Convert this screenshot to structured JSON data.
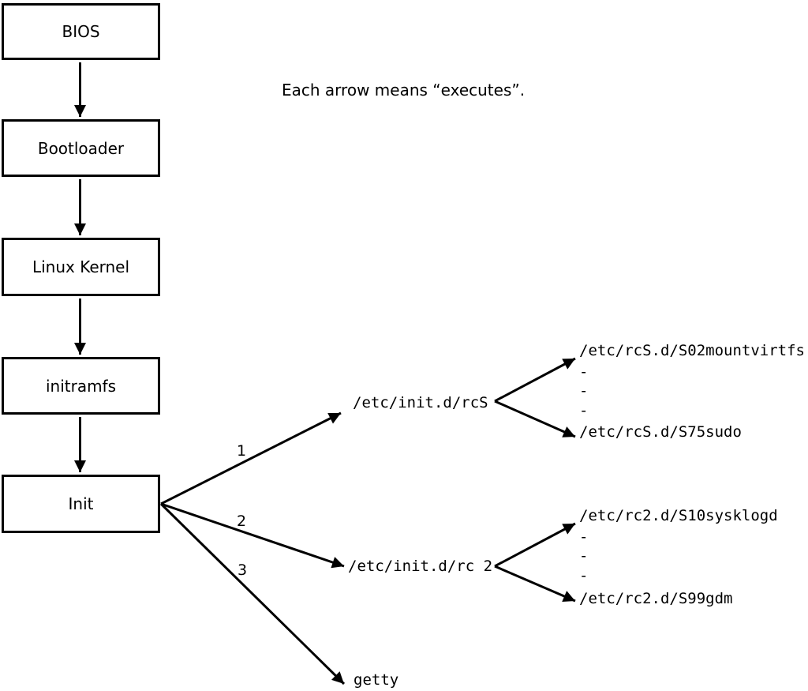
{
  "caption": "Each arrow means “executes”.",
  "nodes": {
    "bios": "BIOS",
    "bootloader": "Bootloader",
    "kernel": "Linux Kernel",
    "initramfs": "initramfs",
    "init": "Init"
  },
  "branches": {
    "b1": {
      "number": "1",
      "target": "/etc/init.d/rcS",
      "first_child": "/etc/rcS.d/S02mountvirtfs",
      "dash": "-",
      "last_child": "/etc/rcS.d/S75sudo"
    },
    "b2": {
      "number": "2",
      "target": "/etc/init.d/rc 2",
      "first_child": "/etc/rc2.d/S10sysklogd",
      "dash": "-",
      "last_child": "/etc/rc2.d/S99gdm"
    },
    "b3": {
      "number": "3",
      "target": "getty"
    }
  },
  "colors": {
    "line": "#000000",
    "background": "#ffffff",
    "box_fill": "#ffffff"
  }
}
